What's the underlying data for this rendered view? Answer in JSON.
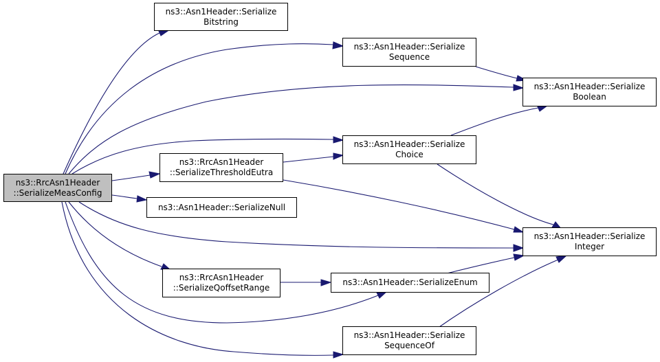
{
  "colors": {
    "edge": "#191970",
    "root_fill": "#bfbfbf",
    "node_fill": "#ffffff",
    "border": "#000000"
  },
  "nodes": {
    "root": [
      "ns3::RrcAsn1Header",
      "::SerializeMeasConfig"
    ],
    "bitstring": [
      "ns3::Asn1Header::Serialize",
      "Bitstring"
    ],
    "sequence": [
      "ns3::Asn1Header::Serialize",
      "Sequence"
    ],
    "boolean": [
      "ns3::Asn1Header::Serialize",
      "Boolean"
    ],
    "choice": [
      "ns3::Asn1Header::Serialize",
      "Choice"
    ],
    "threshold": [
      "ns3::RrcAsn1Header",
      "::SerializeThresholdEutra"
    ],
    "null": [
      "ns3::Asn1Header::SerializeNull"
    ],
    "integer": [
      "ns3::Asn1Header::Serialize",
      "Integer"
    ],
    "qoffset": [
      "ns3::RrcAsn1Header",
      "::SerializeQoffsetRange"
    ],
    "enum": [
      "ns3::Asn1Header::SerializeEnum"
    ],
    "sequenceof": [
      "ns3::Asn1Header::Serialize",
      "SequenceOf"
    ]
  }
}
